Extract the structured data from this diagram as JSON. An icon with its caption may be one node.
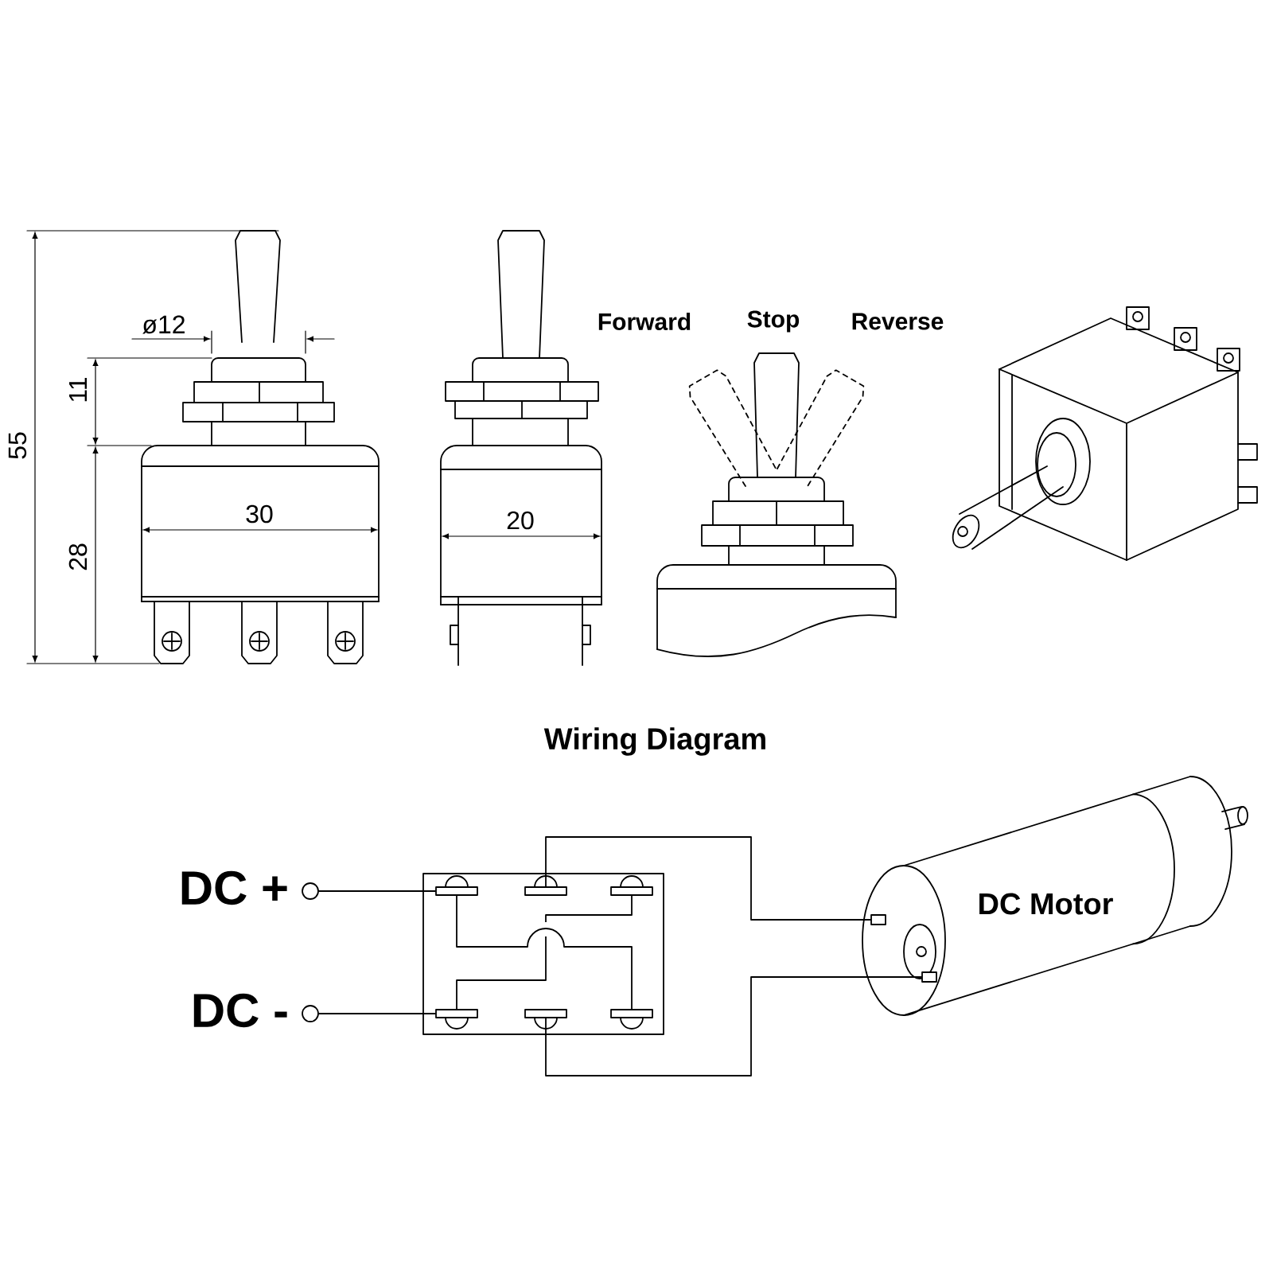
{
  "diagram": {
    "title": "Wiring Diagram",
    "nodes": [
      {
        "text": [],
        "shape": "circle",
        "beside": [
          "DC +"
        ]
      },
      {
        "text": [],
        "shape": "circle",
        "beside": [
          "DC -"
        ]
      },
      {
        "text": [],
        "shape": "box"
      },
      {
        "text": [],
        "shape": "box",
        "in": 2
      },
      {
        "text": [],
        "shape": "box",
        "in": 2
      },
      {
        "text": [],
        "shape": "box",
        "in": 2
      },
      {
        "text": [],
        "shape": "box",
        "in": 2
      },
      {
        "text": [],
        "shape": "box",
        "in": 2
      },
      {
        "text": [],
        "shape": "box",
        "in": 2
      },
      {
        "text": [
          "DC Motor"
        ]
      },
      {
        "text": [],
        "shape": "box",
        "in": 9
      },
      {
        "text": [],
        "shape": "box",
        "in": 9
      }
    ],
    "edges": [
      {
        "from": 0,
        "to": 3,
        "arrow": "none"
      },
      {
        "from": 1,
        "to": 6,
        "arrow": "none"
      },
      {
        "from": 3,
        "to": 8,
        "arrow": "none"
      },
      {
        "from": 5,
        "to": 6,
        "arrow": "none"
      },
      {
        "from": 4,
        "to": 10,
        "arrow": "none"
      },
      {
        "from": 7,
        "to": 11,
        "arrow": "none"
      }
    ],
    "labels": [
      "ø12",
      "11",
      "55",
      "28",
      "30",
      "20",
      "Forward",
      "Stop",
      "Reverse"
    ]
  }
}
